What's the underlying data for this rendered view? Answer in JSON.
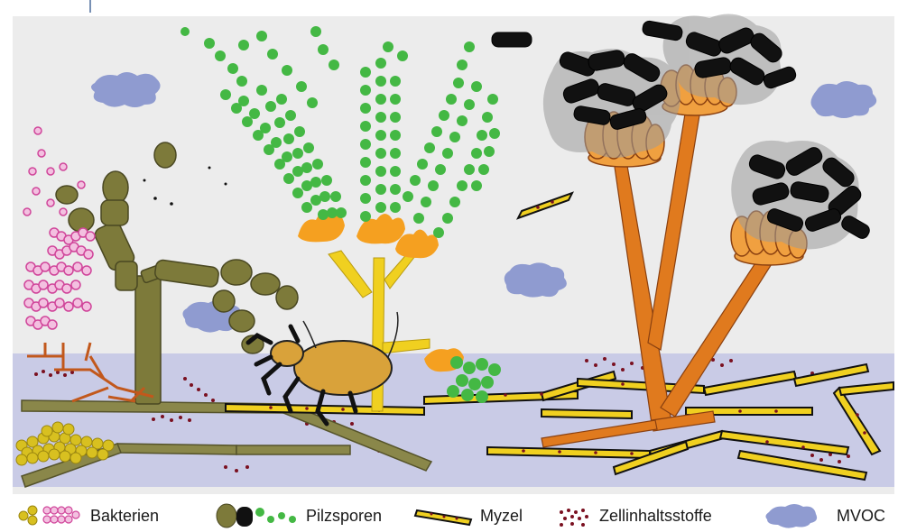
{
  "legend": {
    "bacteria_label": "Bakterien",
    "spores_label": "Pilzsporen",
    "mycelium_label": "Myzel",
    "cell_contents_label": "Zellinhaltsstoffe",
    "mvoc_label": "MVOC"
  },
  "colors": {
    "background": "#ececec",
    "material_layer": "#c9cbe6",
    "mvoc_cloud": "#8f9bd0",
    "bacteria_pink": "#e070b0",
    "bacteria_yellow": "#d8c020",
    "olive_fungus": "#7d7a3a",
    "green_spores": "#44b844",
    "black_spores": "#111111",
    "orange_fungus": "#e07a1e",
    "mite": "#d9a23a",
    "mycelium_yellow": "#f0d020",
    "cell_contents": "#7a1020"
  },
  "icons": [
    "bacteria-icon",
    "spores-icon",
    "mycelium-icon",
    "cell-contents-icon",
    "mvoc-icon"
  ]
}
